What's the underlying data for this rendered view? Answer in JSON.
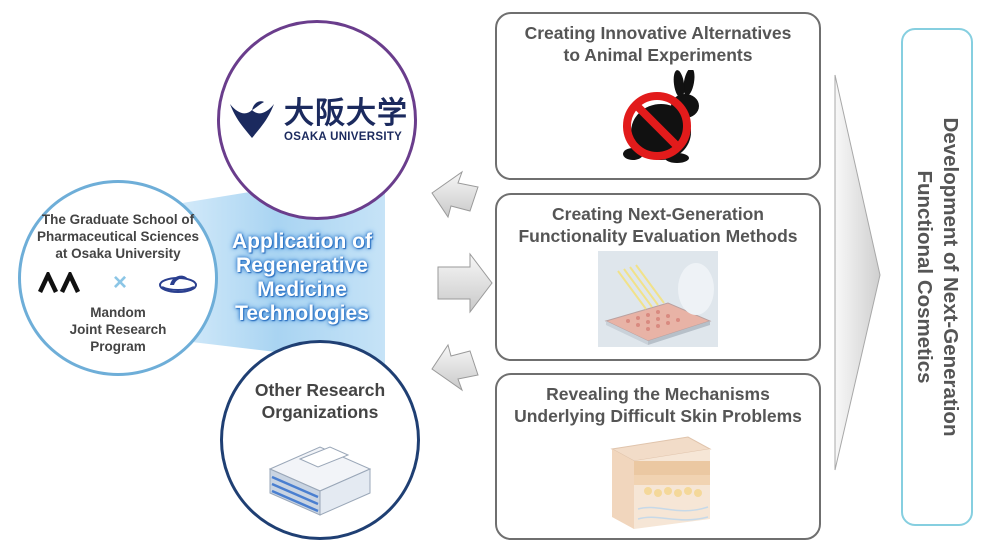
{
  "osaka": {
    "kanji": "大阪大学",
    "english": "OSAKA UNIVERSITY"
  },
  "joint": {
    "heading_lines": [
      "The Graduate School of",
      "Pharmaceutical Sciences",
      "at Osaka University"
    ],
    "cross": "×",
    "program_lines": [
      "Mandom",
      "Joint Research",
      "Program"
    ]
  },
  "other_org_lines": [
    "Other Research",
    "Organizations"
  ],
  "application_lines": [
    "Application of",
    "Regenerative",
    "Medicine",
    "Technologies"
  ],
  "boxes": [
    {
      "lines": [
        "Creating Innovative Alternatives",
        "to Animal Experiments"
      ]
    },
    {
      "lines": [
        "Creating Next-Generation",
        "Functionality Evaluation Methods"
      ]
    },
    {
      "lines": [
        "Revealing the Mechanisms",
        "Underlying Difficult Skin Problems"
      ]
    }
  ],
  "result_lines": [
    "Development of Next-Generation",
    "Functional Cosmetics"
  ],
  "colors": {
    "blue_band": "#a9d4f2",
    "osaka_ring": "#6a3d8c",
    "joint_ring": "#6eaed8",
    "other_ring": "#1f3f73",
    "result_border": "#86cfe0",
    "osaka_navy": "#1b2a5e"
  }
}
